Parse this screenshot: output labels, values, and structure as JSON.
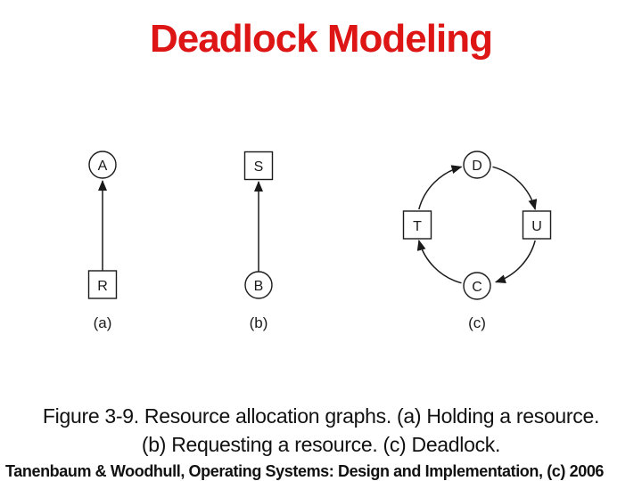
{
  "slide": {
    "title": "Deadlock Modeling",
    "title_color": "#dd1515",
    "background_color": "#ffffff",
    "text_color": "#111111"
  },
  "figure": {
    "caption_line1": "Figure 3-9. Resource allocation graphs. (a) Holding a resource.",
    "caption_line2": "(b) Requesting a resource. (c) Deadlock.",
    "graphs": [
      {
        "label": "(a)",
        "nodes": [
          {
            "id": "A",
            "shape": "circle",
            "role": "process"
          },
          {
            "id": "R",
            "shape": "square",
            "role": "resource"
          }
        ],
        "edges": [
          {
            "from": "R",
            "to": "A"
          }
        ]
      },
      {
        "label": "(b)",
        "nodes": [
          {
            "id": "S",
            "shape": "square",
            "role": "resource"
          },
          {
            "id": "B",
            "shape": "circle",
            "role": "process"
          }
        ],
        "edges": [
          {
            "from": "B",
            "to": "S"
          }
        ]
      },
      {
        "label": "(c)",
        "nodes": [
          {
            "id": "D",
            "shape": "circle",
            "role": "process"
          },
          {
            "id": "T",
            "shape": "square",
            "role": "resource"
          },
          {
            "id": "U",
            "shape": "square",
            "role": "resource"
          },
          {
            "id": "C",
            "shape": "circle",
            "role": "process"
          }
        ],
        "edges": [
          {
            "from": "T",
            "to": "D"
          },
          {
            "from": "D",
            "to": "U"
          },
          {
            "from": "U",
            "to": "C"
          },
          {
            "from": "C",
            "to": "T"
          }
        ]
      }
    ]
  },
  "footer": {
    "attribution": "Tanenbaum & Woodhull, Operating Systems: Design and Implementation, (c) 2006"
  }
}
